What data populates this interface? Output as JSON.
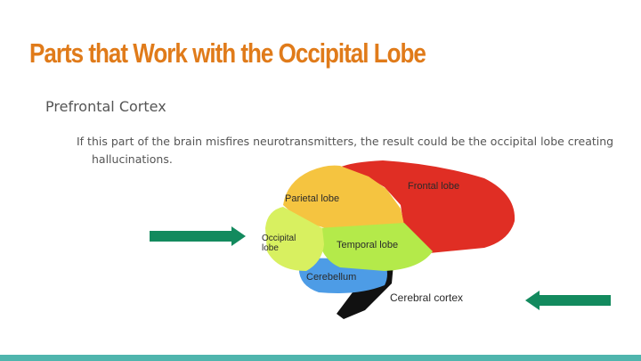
{
  "slide": {
    "title": "Parts that Work with the Occipital Lobe",
    "bullet_level1": "Prefrontal Cortex",
    "bullet_level2": "If this part of the brain misfires neurotransmitters, the result could be the occipital lobe creating hallucinations."
  },
  "diagram": {
    "labels": {
      "frontal": "Frontal lobe",
      "parietal": "Parietal lobe",
      "occipital_line1": "Occipital",
      "occipital_line2": "lobe",
      "temporal": "Temporal lobe",
      "cerebellum": "Cerebellum",
      "cerebral_cortex": "Cerebral cortex"
    },
    "colors": {
      "frontal": "#e02e24",
      "parietal": "#f5c440",
      "occipital": "#d8f060",
      "temporal": "#b4ea4a",
      "cerebellum": "#4d9ce6",
      "brainstem": "#111111"
    }
  },
  "arrows": {
    "color": "#138a5e"
  },
  "theme": {
    "title_color": "#e07b1a",
    "accent_bar_color": "#4fb5ad"
  }
}
